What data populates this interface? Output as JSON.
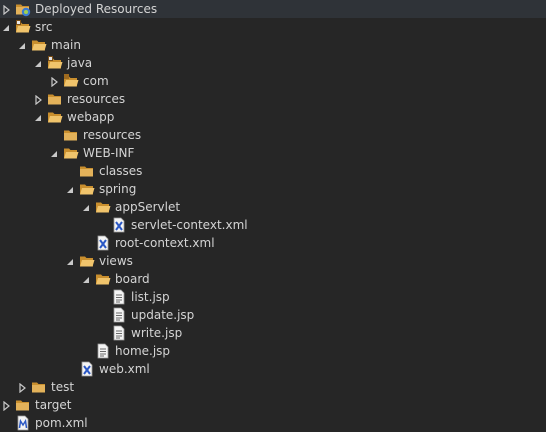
{
  "tree": {
    "items": [
      {
        "label": "Deployed Resources",
        "icon": "deployed-resources-icon",
        "toggle": "collapsed",
        "depth": 0
      },
      {
        "label": "src",
        "icon": "source-folder-icon",
        "toggle": "expanded",
        "depth": 0
      },
      {
        "label": "main",
        "icon": "open-folder-icon",
        "toggle": "expanded",
        "depth": 1
      },
      {
        "label": "java",
        "icon": "source-folder-icon",
        "toggle": "expanded",
        "depth": 2
      },
      {
        "label": "com",
        "icon": "package-folder-icon",
        "toggle": "collapsed",
        "depth": 3
      },
      {
        "label": "resources",
        "icon": "folder-icon",
        "toggle": "collapsed",
        "depth": 2
      },
      {
        "label": "webapp",
        "icon": "open-folder-icon",
        "toggle": "expanded",
        "depth": 2
      },
      {
        "label": "resources",
        "icon": "folder-icon",
        "toggle": "none",
        "depth": 3
      },
      {
        "label": "WEB-INF",
        "icon": "open-folder-icon",
        "toggle": "expanded",
        "depth": 3
      },
      {
        "label": "classes",
        "icon": "folder-icon",
        "toggle": "none",
        "depth": 4
      },
      {
        "label": "spring",
        "icon": "open-folder-icon",
        "toggle": "expanded",
        "depth": 4
      },
      {
        "label": "appServlet",
        "icon": "open-folder-icon",
        "toggle": "expanded",
        "depth": 5
      },
      {
        "label": "servlet-context.xml",
        "icon": "xml-file-icon",
        "toggle": "none",
        "depth": 6
      },
      {
        "label": "root-context.xml",
        "icon": "xml-file-icon",
        "toggle": "none",
        "depth": 5
      },
      {
        "label": "views",
        "icon": "open-folder-icon",
        "toggle": "expanded",
        "depth": 4
      },
      {
        "label": "board",
        "icon": "open-folder-icon",
        "toggle": "expanded",
        "depth": 5
      },
      {
        "label": "list.jsp",
        "icon": "jsp-file-icon",
        "toggle": "none",
        "depth": 6
      },
      {
        "label": "update.jsp",
        "icon": "jsp-file-icon",
        "toggle": "none",
        "depth": 6
      },
      {
        "label": "write.jsp",
        "icon": "jsp-file-icon",
        "toggle": "none",
        "depth": 6
      },
      {
        "label": "home.jsp",
        "icon": "jsp-file-icon",
        "toggle": "none",
        "depth": 5
      },
      {
        "label": "web.xml",
        "icon": "xml-file-icon",
        "toggle": "none",
        "depth": 4
      },
      {
        "label": "test",
        "icon": "folder-icon",
        "toggle": "collapsed",
        "depth": 1
      },
      {
        "label": "target",
        "icon": "folder-icon",
        "toggle": "collapsed",
        "depth": 0
      },
      {
        "label": "pom.xml",
        "icon": "maven-pom-icon",
        "toggle": "none",
        "depth": 0
      }
    ]
  },
  "colors": {
    "background": "#262626",
    "text": "#d4d4d4",
    "folder": "#e3b25a",
    "arrow": "#c8c8c8"
  }
}
